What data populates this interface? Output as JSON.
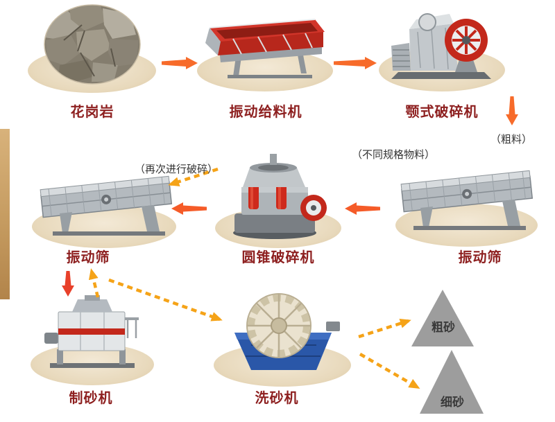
{
  "diagram": {
    "type": "process-flow",
    "topic": "granite sand making production line",
    "nodes": {
      "granite": {
        "label": "花岗岩"
      },
      "vibrating_feeder": {
        "label": "振动给料机"
      },
      "jaw_crusher": {
        "label": "颚式破碎机"
      },
      "vibrating_screen_right": {
        "label": "振动筛"
      },
      "cone_crusher": {
        "label": "圆锥破碎机"
      },
      "vibrating_screen_left": {
        "label": "振动筛"
      },
      "sand_maker": {
        "label": "制砂机"
      },
      "sand_washer": {
        "label": "洗砂机"
      }
    },
    "annotations": {
      "coarse_material": "（粗料）",
      "different_specs": "（不同规格物料）",
      "recrush": "（再次进行破碎）"
    },
    "outputs": {
      "coarse_sand": {
        "label": "粗砂"
      },
      "fine_sand": {
        "label": "细砂"
      }
    },
    "edges": [
      {
        "from": "granite",
        "to": "vibrating_feeder",
        "style": "solid"
      },
      {
        "from": "vibrating_feeder",
        "to": "jaw_crusher",
        "style": "solid"
      },
      {
        "from": "jaw_crusher",
        "to": "vibrating_screen_right",
        "style": "solid",
        "note": "（粗料）"
      },
      {
        "from": "vibrating_screen_right",
        "to": "cone_crusher",
        "style": "solid",
        "note": "（不同规格物料）"
      },
      {
        "from": "cone_crusher",
        "to": "vibrating_screen_left",
        "style": "solid"
      },
      {
        "from": "vibrating_screen_left",
        "to": "sand_maker",
        "style": "solid"
      },
      {
        "from": "sand_maker",
        "to": "vibrating_screen_left",
        "style": "dashed"
      },
      {
        "from": "cone_crusher",
        "to": "vibrating_screen_left",
        "style": "dashed",
        "note": "（再次进行破碎）"
      },
      {
        "from": "vibrating_screen_left",
        "to": "sand_washer",
        "style": "dashed"
      },
      {
        "from": "sand_washer",
        "to": "coarse_sand",
        "style": "dashed"
      },
      {
        "from": "sand_washer",
        "to": "fine_sand",
        "style": "dashed"
      }
    ],
    "colors": {
      "background": "#ffffff",
      "label_text": "#8d1f1f",
      "annotation_text": "#333333",
      "solid_arrow_orange": "#f76b2a",
      "solid_arrow_red": "#e8402a",
      "dashed_arrow_gold": "#f5a318",
      "platform_beige": "#e8d9bc",
      "output_triangle_gray": "#9d9d9d"
    }
  }
}
